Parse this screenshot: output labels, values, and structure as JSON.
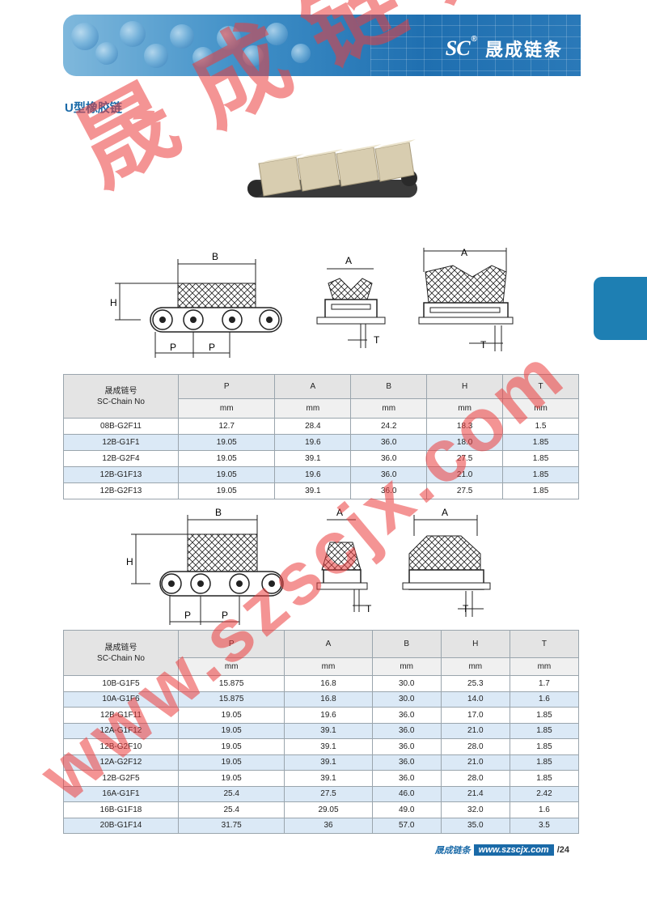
{
  "header": {
    "logo_mark": "SC",
    "logo_reg": "®",
    "logo_name": "晟成链条"
  },
  "page_title": "U型橡胶链",
  "diagrams": {
    "labels": {
      "b": "B",
      "h": "H",
      "p": "P",
      "a": "A",
      "t": "T"
    }
  },
  "table1": {
    "name_cn": "晟成链号",
    "name_en": "SC-Chain No",
    "columns": [
      "P",
      "A",
      "B",
      "H",
      "T"
    ],
    "units": [
      "mm",
      "mm",
      "mm",
      "mm",
      "mm"
    ],
    "rows": [
      [
        "08B-G2F11",
        "12.7",
        "28.4",
        "24.2",
        "18.3",
        "1.5"
      ],
      [
        "12B-G1F1",
        "19.05",
        "19.6",
        "36.0",
        "18.0",
        "1.85"
      ],
      [
        "12B-G2F4",
        "19.05",
        "39.1",
        "36.0",
        "27.5",
        "1.85"
      ],
      [
        "12B-G1F13",
        "19.05",
        "19.6",
        "36.0",
        "21.0",
        "1.85"
      ],
      [
        "12B-G2F13",
        "19.05",
        "39.1",
        "36.0",
        "27.5",
        "1.85"
      ]
    ]
  },
  "table2": {
    "name_cn": "晟成链号",
    "name_en": "SC-Chain No",
    "columns": [
      "P",
      "A",
      "B",
      "H",
      "T"
    ],
    "units": [
      "mm",
      "mm",
      "mm",
      "mm",
      "mm"
    ],
    "rows": [
      [
        "10B-G1F5",
        "15.875",
        "16.8",
        "30.0",
        "25.3",
        "1.7"
      ],
      [
        "10A-G1F6",
        "15.875",
        "16.8",
        "30.0",
        "14.0",
        "1.6"
      ],
      [
        "12B-G1F11",
        "19.05",
        "19.6",
        "36.0",
        "17.0",
        "1.85"
      ],
      [
        "12A-G1F12",
        "19.05",
        "39.1",
        "36.0",
        "21.0",
        "1.85"
      ],
      [
        "12B-G2F10",
        "19.05",
        "39.1",
        "36.0",
        "28.0",
        "1.85"
      ],
      [
        "12A-G2F12",
        "19.05",
        "39.1",
        "36.0",
        "21.0",
        "1.85"
      ],
      [
        "12B-G2F5",
        "19.05",
        "39.1",
        "36.0",
        "28.0",
        "1.85"
      ],
      [
        "16A-G1F1",
        "25.4",
        "27.5",
        "46.0",
        "21.4",
        "2.42"
      ],
      [
        "16B-G1F18",
        "25.4",
        "29.05",
        "49.0",
        "32.0",
        "1.6"
      ],
      [
        "20B-G1F14",
        "31.75",
        "36",
        "57.0",
        "35.0",
        "3.5"
      ]
    ]
  },
  "watermark": {
    "cn": "晟成链条",
    "url": "www.szscjx.com"
  },
  "footer": {
    "brand": "晟成链条",
    "url": "www.szscjx.com",
    "page": "/24"
  },
  "colors": {
    "accent": "#1a6aa8",
    "row_alt": "#dbe9f6",
    "watermark": "#eb3c3c"
  }
}
